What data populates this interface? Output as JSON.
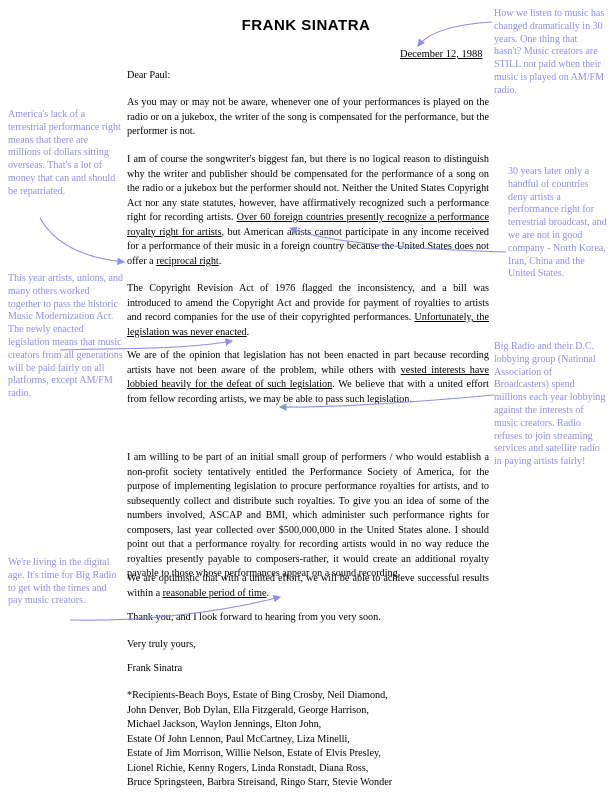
{
  "letter": {
    "title": "FRANK SINATRA",
    "date": "December 12, 1988",
    "salutation": "Dear Paul:",
    "p1": "As you may or may not be aware, whenever one of your performances is played on the radio or on a jukebox, the writer of the song is compensated for the performance, but the performer is not.",
    "p2_a": "I am of course the songwriter's biggest fan, but there is no logical reason to distinguish why the writer and publisher should be compensated for the performance of a song on the radio or a jukebox but the performer should not. Neither the United States Copyright Act nor any state statutes, however, have affirmatively recognized such a performance right for recording artists. ",
    "p2_u1": "Over 60 foreign countries presently recognize a performance royalty right for artists",
    "p2_b": ", but American artists cannot participate in any income received for a performance of their music in a foreign country because the United States does not offer a ",
    "p2_u2": "reciprocal right",
    "p2_c": ".",
    "p3_a": "The Copyright Revision Act of 1976 flagged the inconsistency, and a bill was introduced to amend the Copyright Act and provide for payment of royalties to artists and record companies for the use of their copyrighted performances. ",
    "p3_u": "Unfortunately, the legislation was never enacted",
    "p3_b": ".",
    "p4_a": "We are of the opinion that legislation has not been enacted in part because recording artists have not been aware of the problem, while others with ",
    "p4_u": "vested interests have lobbied heavily for the defeat of such legislation",
    "p4_b": ". We believe that with a united effort from fellow recording artists, we may be able to pass such legislation.",
    "p5": "I am willing to be part of an initial small group of performers / who would establish a non-profit society tentatively entitled the Performance Society of America, for the purpose of implementing legislation to procure performance royalties for artists, and to subsequently collect and distribute such royalties. To give you an idea of some of the numbers involved, ASCAP and BMI, which administer such performance rights for composers, last year collected over $500,000,000 in the United States alone. I should point out that a performance royalty for recording artists would in no way reduce the royalties presently payable to composers-rather, it would create an additional royalty payable to those whose performances appear on a sound recording.",
    "p6_a": "We are optimistic that with a united effort, we will be able to achieve successful results within a ",
    "p6_u": "reasonable period of time",
    "p6_b": ".",
    "p7": "Thank you, and I look forward to hearing from you very soon.",
    "closing": "Very truly yours,",
    "signature": "Frank Sinatra",
    "recipients": [
      "*Recipients-Beach Boys, Estate of Bing Crosby, Neil Diamond,",
      "John Denver, Bob Dylan, Ella Fitzgerald, George Harrison,",
      "Michael Jackson, Waylon Jennings, Elton John,",
      "Estate Of John Lennon, Paul McCartney, Liza Minelli,",
      "Estate of Jim Morrison, Willie Nelson, Estate of Elvis Presley,",
      "Lionel Richie, Kenny Rogers, Linda Ronstadt, Diana Ross,",
      "Bruce Springsteen, Barbra Streisand, Ringo Starr, Stevie Wonder"
    ]
  },
  "notes": {
    "top_right": "How we listen to music has changed dramatically in 30 years. One thing that hasn't? Music creators are STILL not paid when their music is played on AM/FM radio.",
    "left_1": "America's lack of a terrestrial performance right means that there are millions of dollars sitting overseas. That's a lot of money that can and should be repatriated.",
    "right_2": "30 years later only a handful of countries deny artists a performance right for terrestrial broadcast, and we are not in good company - North Korea, Iran, China and the United States.",
    "left_2": "This year artists, unions, and many others worked together to pass the historic Music Modernization Act. The newly enacted legislation means that music creators from all generations will be paid fairly on all platforms, except AM/FM radio.",
    "right_3": "Big Radio and their D.C. lobbying group (National Association of Broadcasters) spend millions each year lobbying against the interests of music creators. Radio refuses to join streaming services and satellite radio in paying artists fairly!",
    "left_3": "We're living in the digital age. It's time for Big Radio to get with the times and pay music creators."
  },
  "colors": {
    "annotation": "#8f8fe6",
    "text": "#000000"
  }
}
